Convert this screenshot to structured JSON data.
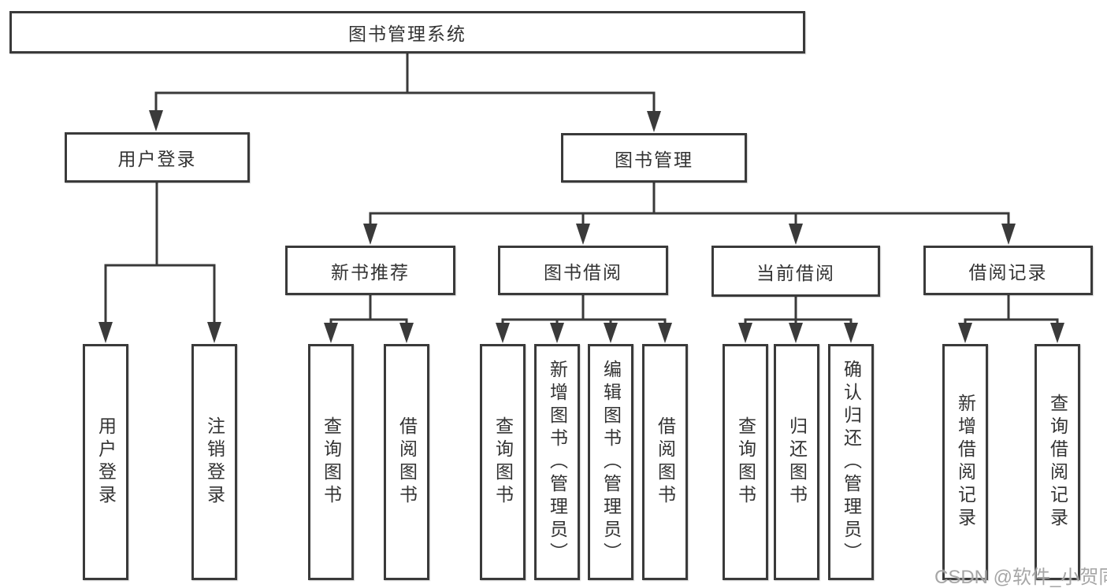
{
  "diagram_title": "图书管理系统",
  "watermark": "CSDN @软件_小贺同学",
  "colors": {
    "line": "#3a3a3a",
    "box_border": "#3a3a3a",
    "text": "#333333",
    "background": "#ffffff",
    "watermark": "#9e9e9e"
  },
  "tree": {
    "root": {
      "label": "图书管理系统"
    },
    "branches": [
      {
        "label": "用户登录",
        "children": [
          {
            "label": "用户登录"
          },
          {
            "label": "注销登录"
          }
        ]
      },
      {
        "label": "图书管理",
        "children": [
          {
            "label": "新书推荐",
            "children": [
              {
                "label": "查询图书"
              },
              {
                "label": "借阅图书"
              }
            ]
          },
          {
            "label": "图书借阅",
            "children": [
              {
                "label": "查询图书"
              },
              {
                "label": "新增图书（管理员）"
              },
              {
                "label": "编辑图书（管理员）"
              },
              {
                "label": "借阅图书"
              }
            ]
          },
          {
            "label": "当前借阅",
            "children": [
              {
                "label": "查询图书"
              },
              {
                "label": "归还图书"
              },
              {
                "label": "确认归还（管理员）"
              }
            ]
          },
          {
            "label": "借阅记录",
            "children": [
              {
                "label": "新增借阅记录"
              },
              {
                "label": "查询借阅记录"
              }
            ]
          }
        ]
      }
    ]
  }
}
